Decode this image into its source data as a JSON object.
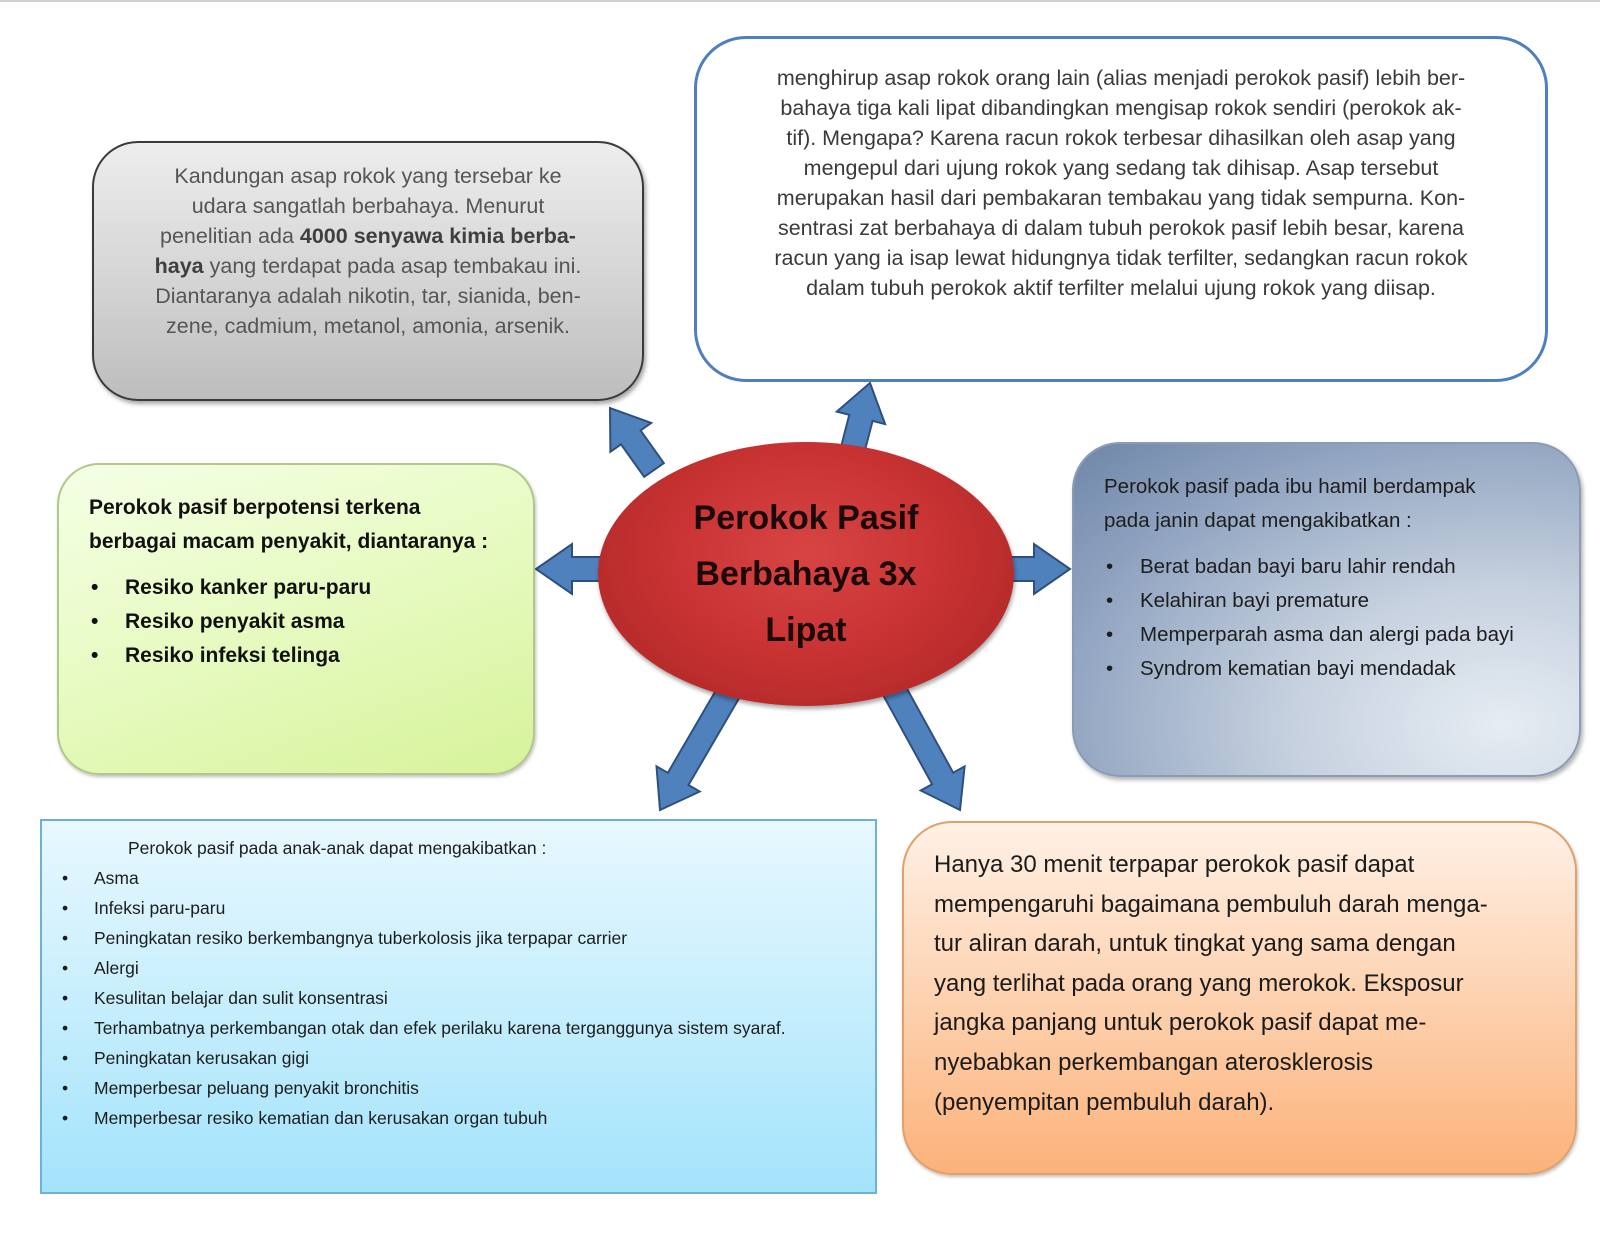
{
  "center": {
    "title_lines": [
      "Perokok Pasif",
      "Berbahaya 3x",
      "Lipat"
    ]
  },
  "composition_box": {
    "lines": [
      {
        "plain": "Kandungan asap rokok yang tersebar ke",
        "bold": ""
      },
      {
        "plain": "udara sangatlah berbahaya. Menurut",
        "bold": ""
      },
      {
        "plain": "penelitian ada ",
        "bold": "4000 senyawa kimia berba-"
      },
      {
        "bold": "haya",
        "plain": " yang terdapat pada asap tembakau ini."
      },
      {
        "plain": "Diantaranya adalah nikotin, tar, sianida, ben-",
        "bold": ""
      },
      {
        "plain": "zene, cadmium, metanol, amonia, arsenik.",
        "bold": ""
      }
    ]
  },
  "danger_box": {
    "lines": [
      "menghirup asap rokok orang lain (alias menjadi perokok pasif) lebih ber-",
      "bahaya tiga kali lipat dibandingkan mengisap rokok sendiri (perokok ak-",
      "tif). Mengapa? Karena racun rokok terbesar dihasilkan oleh asap yang",
      "mengepul dari ujung rokok yang sedang tak dihisap. Asap tersebut",
      "merupakan hasil dari pembakaran tembakau yang tidak sempurna. Kon-",
      "sentrasi zat berbahaya di dalam tubuh perokok pasif lebih besar, karena",
      "racun yang ia isap lewat hidungnya tidak terfilter, sedangkan racun rokok",
      "dalam tubuh perokok aktif terfilter melalui ujung rokok yang diisap."
    ]
  },
  "disease_box": {
    "intro_lines": [
      "Perokok pasif berpotensi terkena",
      "berbagai macam penyakit, diantaranya :"
    ],
    "bullet": "•",
    "items": [
      "Resiko kanker paru-paru",
      "Resiko penyakit asma",
      "Resiko infeksi telinga"
    ]
  },
  "pregnancy_box": {
    "intro_lines": [
      "Perokok pasif pada ibu hamil berdampak",
      "pada janin dapat mengakibatkan :"
    ],
    "bullet": "•",
    "items": [
      "Berat badan bayi baru lahir rendah",
      "Kelahiran bayi premature",
      "Memperparah asma dan alergi pada bayi",
      "Syndrom kematian bayi mendadak"
    ]
  },
  "children_box": {
    "intro": "Perokok pasif pada anak-anak dapat mengakibatkan :",
    "bullet": "•",
    "items": [
      "Asma",
      "Infeksi paru-paru",
      "Peningkatan resiko berkembangnya tuberkolosis jika terpapar carrier",
      "Alergi",
      "Kesulitan belajar dan sulit konsentrasi",
      "Terhambatnya perkembangan otak dan efek perilaku karena terganggunya sistem syaraf.",
      "Peningkatan kerusakan gigi",
      "Memperbesar peluang penyakit bronchitis",
      "Memperbesar resiko kematian dan kerusakan organ tubuh"
    ]
  },
  "duration_box": {
    "lines": [
      "Hanya 30 menit terpapar perokok pasif dapat",
      "mempengaruhi bagaimana pembuluh darah menga-",
      "tur aliran darah, untuk tingkat yang sama dengan",
      "yang terlihat pada orang yang merokok. Eksposur",
      "jangka panjang untuk perokok pasif dapat me-",
      "nyebabkan perkembangan aterosklerosis",
      "(penyempitan pembuluh darah)."
    ]
  },
  "colors": {
    "arrow_fill": "#4f81bd",
    "arrow_stroke": "#2f4f7f",
    "ellipse": "#c93333",
    "white_box_border": "#4f7fbf"
  }
}
